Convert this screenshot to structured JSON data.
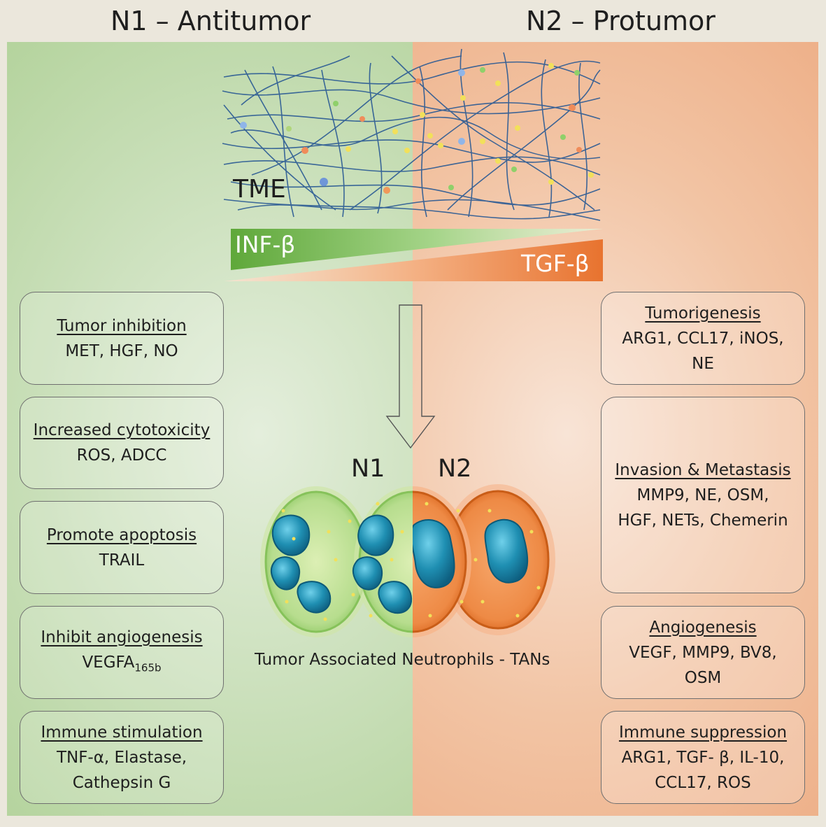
{
  "header": {
    "left_title": "N1 – Antitumor",
    "right_title": "N2 – Protumor"
  },
  "tme": {
    "label": "TME",
    "gradient_left": "INF-β",
    "gradient_right": "TGF-β"
  },
  "cells": {
    "n1_label": "N1",
    "n2_label": "N2",
    "caption": "Tumor Associated Neutrophils - TANs"
  },
  "left_boxes": [
    {
      "title": "Tumor inhibition",
      "text": "MET,  HGF, NO"
    },
    {
      "title": "Increased cytotoxicity",
      "text": "ROS, ADCC"
    },
    {
      "title": "Promote apoptosis",
      "text": "TRAIL"
    },
    {
      "title": "Inhibit angiogenesis",
      "text": "VEGFA",
      "subscript": "165b"
    },
    {
      "title": "Immune stimulation",
      "line1": "TNF-α, Elastase,",
      "line2": "Cathepsin G"
    }
  ],
  "right_boxes": [
    {
      "title": "Tumorigenesis",
      "line1": "ARG1, CCL17, iNOS,",
      "line2": "NE"
    },
    {
      "title": "Invasion & Metastasis",
      "line1": "MMP9, NE, OSM,",
      "line2": "HGF, NETs, Chemerin"
    },
    {
      "title": "Angiogenesis",
      "line1": "VEGF, MMP9, BV8,",
      "line2": "OSM"
    },
    {
      "title": "Immune suppression",
      "line1": "ARG1, TGF- β, IL-10,",
      "line2": "CCL17, ROS"
    }
  ],
  "colors": {
    "green": "#6eb14a",
    "orange": "#ec7c3c",
    "nucleus": "#1f8fb2",
    "fiber": "#2a5a94"
  }
}
